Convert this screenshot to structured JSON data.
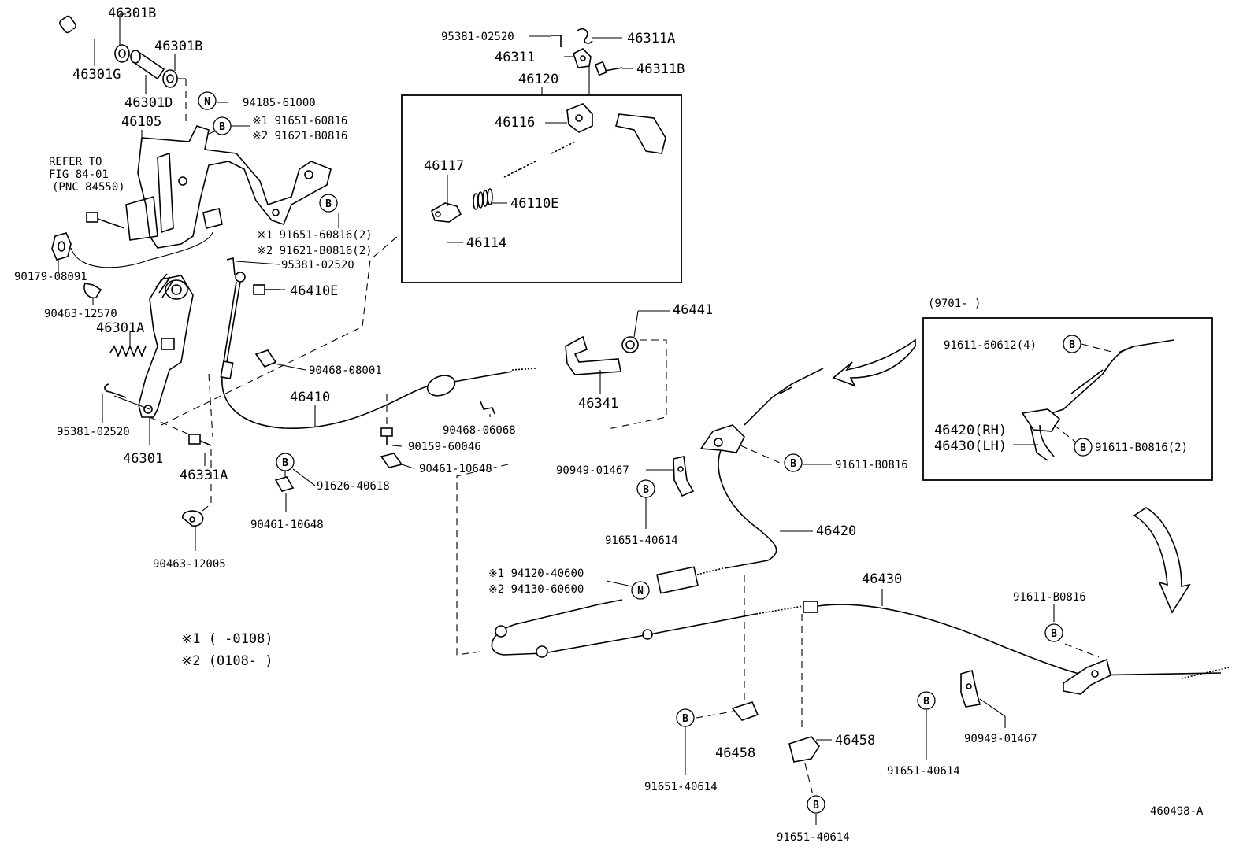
{
  "labels": {
    "p46301B_a": "46301B",
    "p46301B_b": "46301B",
    "p46301G": "46301G",
    "p46301D": "46301D",
    "p46105": "46105",
    "refer1": "REFER TO",
    "refer2": "FIG 84-01",
    "refer3": "(PNC 84550)",
    "p90179": "90179-08091",
    "p90463_12570": "90463-12570",
    "p46301A": "46301A",
    "p95381_a": "95381-02520",
    "p46301": "46301",
    "p46331A": "46331A",
    "p90463_12005": "90463-12005",
    "p94185": "94185-61000",
    "m1a": "※1 91651-60816",
    "m2a": "※2 91621-B0816",
    "m1b": "※1 91651-60816(2)",
    "m2b": "※2 91621-B0816(2)",
    "p95381_b": "95381-02520",
    "p46410E": "46410E",
    "p90468_08001": "90468-08001",
    "p46410": "46410",
    "p90468_06068": "90468-06068",
    "p90159": "90159-60046",
    "p90461_a": "90461-10648",
    "p91626": "91626-40618",
    "p90461_b": "90461-10648",
    "p95381_c": "95381-02520",
    "p46311A": "46311A",
    "p46311": "46311",
    "p46311B": "46311B",
    "p46120": "46120",
    "p46116": "46116",
    "p46117": "46117",
    "p46110E": "46110E",
    "p46114": "46114",
    "p46441": "46441",
    "p46341": "46341",
    "p90949_a": "90949-01467",
    "p91651_a": "91651-40614",
    "m1c": "※1 94120-40600",
    "m2c": "※2 94130-60600",
    "p91611_B0816_a": "91611-B0816",
    "p46420": "46420",
    "p46430": "46430",
    "p91611_B0816_b": "91611-B0816",
    "p46458_a": "46458",
    "p46458_b": "46458",
    "p91651_b": "91651-40614",
    "p91651_c": "91651-40614",
    "p91651_d": "91651-40614",
    "p90949_b": "90949-01467",
    "inset_date": "(9701-        )",
    "inset_91611_60612": "91611-60612(4)",
    "inset_46420": "46420(RH)",
    "inset_46430": "46430(LH)",
    "inset_91611_B0816": "91611-B0816(2)",
    "note1": "※1 (     -0108)",
    "note2": "※2 (0108-     )",
    "figure_id": "460498-A"
  },
  "symbols": {
    "bolt_mark": "B",
    "nut_mark": "N"
  }
}
